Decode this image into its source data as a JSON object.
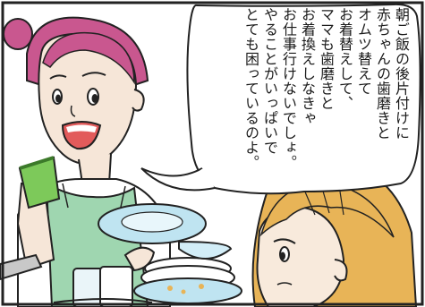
{
  "speech_bubble": {
    "lines": [
      "朝ご飯の後片付けに",
      "赤ちゃんの歯磨きと",
      "オムツ替えて",
      "お着替えして、",
      "ママも歯磨きと",
      "お着換えしなきゃ",
      "お仕事行けないでしょ。",
      "やることがいっぱいで",
      "とても困っているのよ。"
    ]
  },
  "colors": {
    "frame_border": "#222222",
    "mother_hair": "#c9578f",
    "mother_skin": "#f6e6d8",
    "apron": "#9fd6b0",
    "cup": "#7dc95a",
    "plate": "#bfe4f1",
    "child_hair": "#e8b457",
    "child_skin": "#f8eadc"
  }
}
